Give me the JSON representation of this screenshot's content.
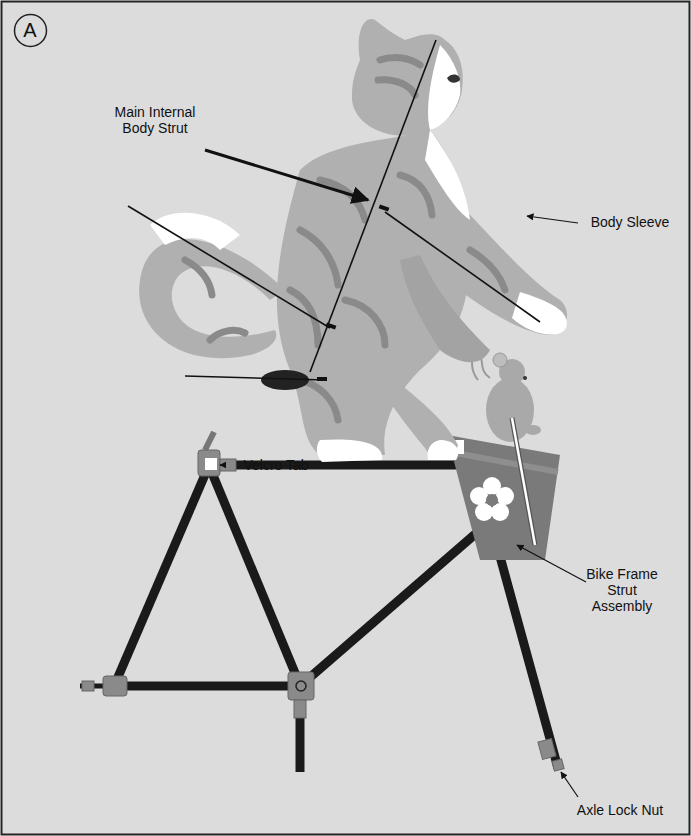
{
  "diagram": {
    "nodes": [
      {
        "text": [
          "A"
        ]
      }
    ],
    "labels": [
      "Main Internal Body Strut",
      "Body Sleeve",
      "Velcro Tab",
      "Bike Frame Strut Assembly",
      "Axle Lock Nut"
    ]
  }
}
